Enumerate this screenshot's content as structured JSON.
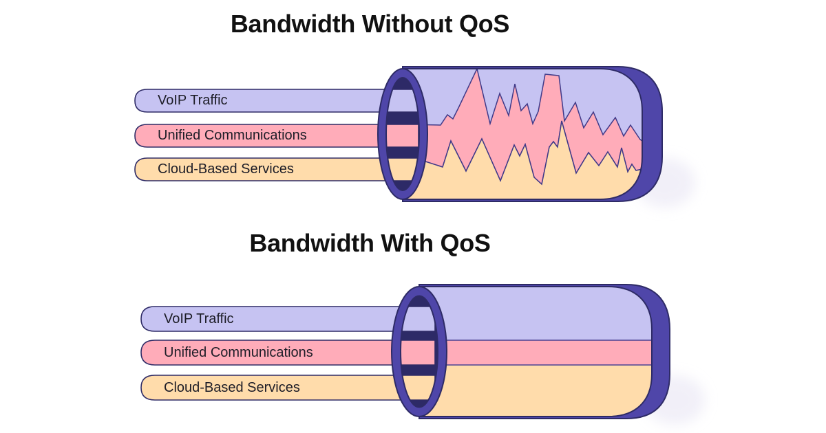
{
  "colors": {
    "background": "#ffffff",
    "lavender": "#c6c3f2",
    "pink": "#ffacb9",
    "peach": "#ffdcab",
    "rim_purple": "#4f46a9",
    "interior_navy": "#2d2a67",
    "outline": "#2e2b66",
    "jag_outline": "#3f3988",
    "band_line": "#4a4292",
    "shadow": "#e6e3f3",
    "title_text": "#111111",
    "label_text": "#1d1d27"
  },
  "diagrams": [
    {
      "title": "Bandwidth Without QoS",
      "pipes": [
        {
          "label": "VoIP Traffic",
          "color": "#c6c3f2"
        },
        {
          "label": "Unified Communications",
          "color": "#ffacb9"
        },
        {
          "label": "Cloud-Based Services",
          "color": "#ffdcab"
        }
      ]
    },
    {
      "title": "Bandwidth With QoS",
      "pipes": [
        {
          "label": "VoIP Traffic",
          "color": "#c6c3f2"
        },
        {
          "label": "Unified Communications",
          "color": "#ffacb9"
        },
        {
          "label": "Cloud-Based Services",
          "color": "#ffdcab"
        }
      ]
    }
  ]
}
